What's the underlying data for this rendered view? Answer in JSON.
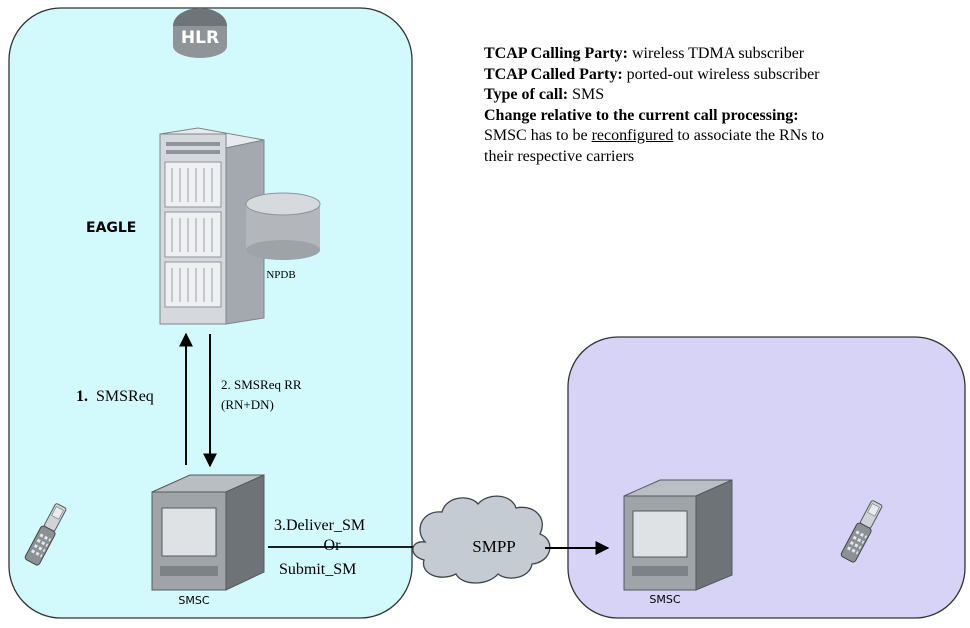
{
  "diagram": {
    "info": {
      "calling_label": "TCAP Calling Party:",
      "calling_value": "wireless TDMA subscriber",
      "called_label": "TCAP Called Party:",
      "called_value": "ported-out wireless subscriber",
      "type_label": "Type of call:",
      "type_value": "SMS",
      "change_label": "Change relative to the current call processing:",
      "change_text_pre": "SMSC has to be ",
      "change_text_link": "reconfigured",
      "change_text_post": " to associate the RNs to",
      "change_text_line2": "their respective carriers"
    },
    "nodes": {
      "hlr_label": "HLR",
      "eagle_label": "EAGLE",
      "npdb_label": "NPDB",
      "smsc_left_label": "SMSC",
      "smsc_right_label": "SMSC",
      "smpp_label": "SMPP"
    },
    "messages": {
      "step1_number": "1.",
      "step1_text": "SMSReq",
      "step2_text": "2. SMSReq RR",
      "step2_sub": "(RN+DN)",
      "step3_line1": "3.Deliver_SM",
      "step3_line2": "Or",
      "step3_line3": "Submit_SM"
    },
    "colors": {
      "left_region": "#d2fafc",
      "right_region": "#d6d3f7",
      "hlr_badge": "#8f9498",
      "cloud": "#c5cbd3",
      "npdb": "#b3b7bb",
      "rack": "#cfd3d8"
    }
  }
}
